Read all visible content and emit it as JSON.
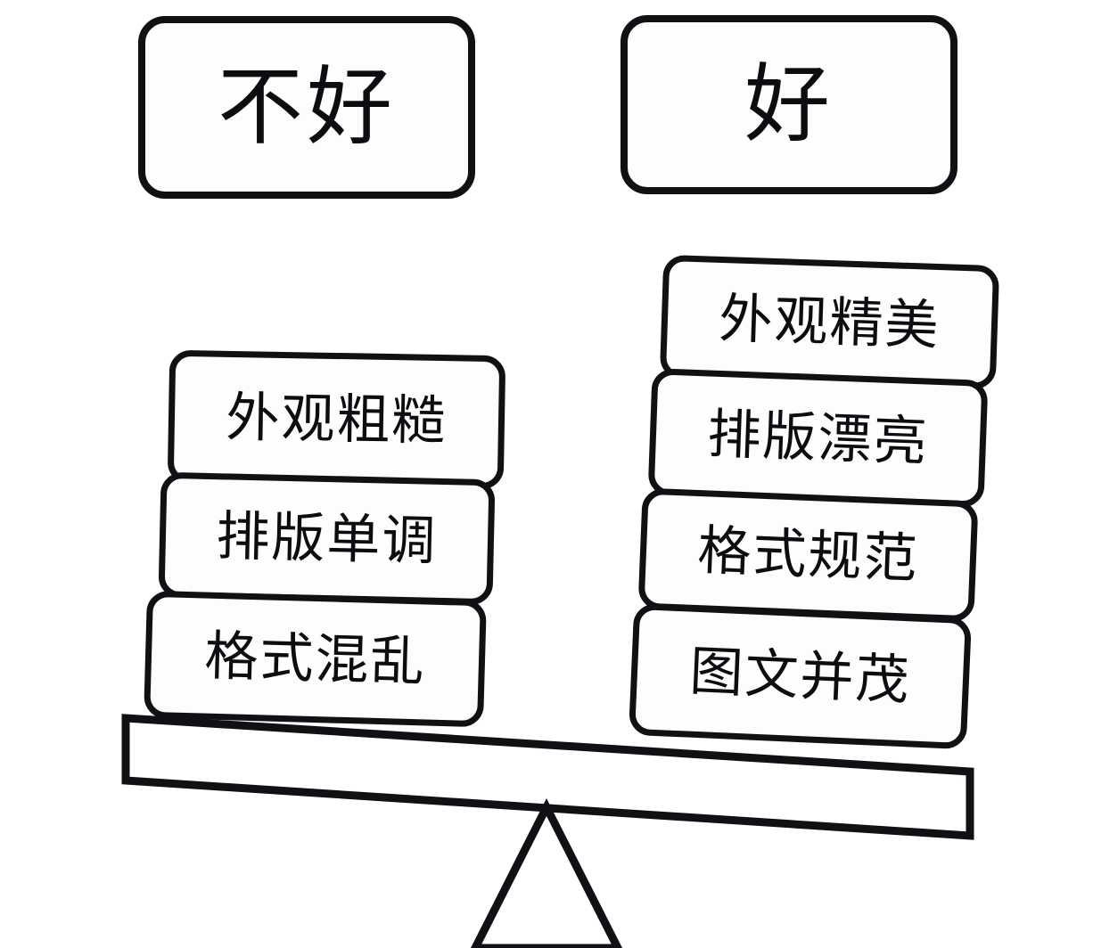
{
  "figure": {
    "type": "balance-scale-comparison",
    "orientation": "right-side-heavier"
  },
  "headers": {
    "left": {
      "label": "不好"
    },
    "right": {
      "label": "好"
    }
  },
  "left_column": {
    "items": [
      {
        "label": "外观粗糙"
      },
      {
        "label": "排版单调"
      },
      {
        "label": "格式混乱"
      }
    ]
  },
  "right_column": {
    "items": [
      {
        "label": "外观精美"
      },
      {
        "label": "排版漂亮"
      },
      {
        "label": "格式规范"
      },
      {
        "label": "图文并茂"
      }
    ]
  },
  "seesaw": {
    "beam_name": "balance-beam",
    "fulcrum_name": "fulcrum-triangle",
    "tilt_direction": "down-right"
  },
  "colors": {
    "stroke": "#111015",
    "fill": "#ffffff",
    "card_fill": "#fdfdfd",
    "text": "#0d0c10"
  }
}
